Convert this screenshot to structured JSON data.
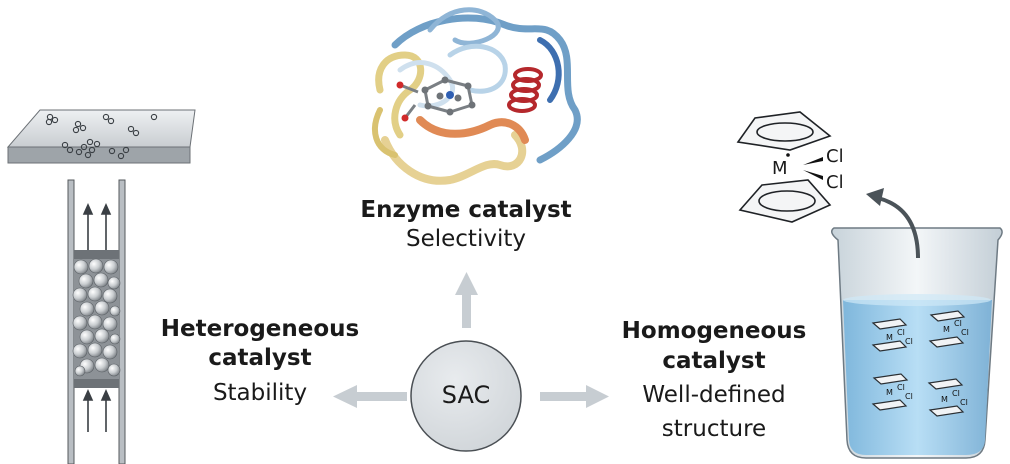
{
  "center": {
    "label": "SAC"
  },
  "enzyme": {
    "title": "Enzyme catalyst",
    "property": "Selectivity"
  },
  "heterogeneous": {
    "title_line1": "Heterogeneous",
    "title_line2": "catalyst",
    "property": "Stability"
  },
  "homogeneous": {
    "title_line1": "Homogeneous",
    "title_line2": "catalyst",
    "property_line1": "Well-defined",
    "property_line2": "structure"
  },
  "metallocene": {
    "metal": "M",
    "ligand1": "Cl",
    "ligand2": "Cl"
  },
  "colors": {
    "arrow": "#c7cdd2",
    "center_fill": "#d9dde1",
    "beaker_liquid": "#a9d4ef",
    "enzyme_helix": "#b5282c"
  }
}
